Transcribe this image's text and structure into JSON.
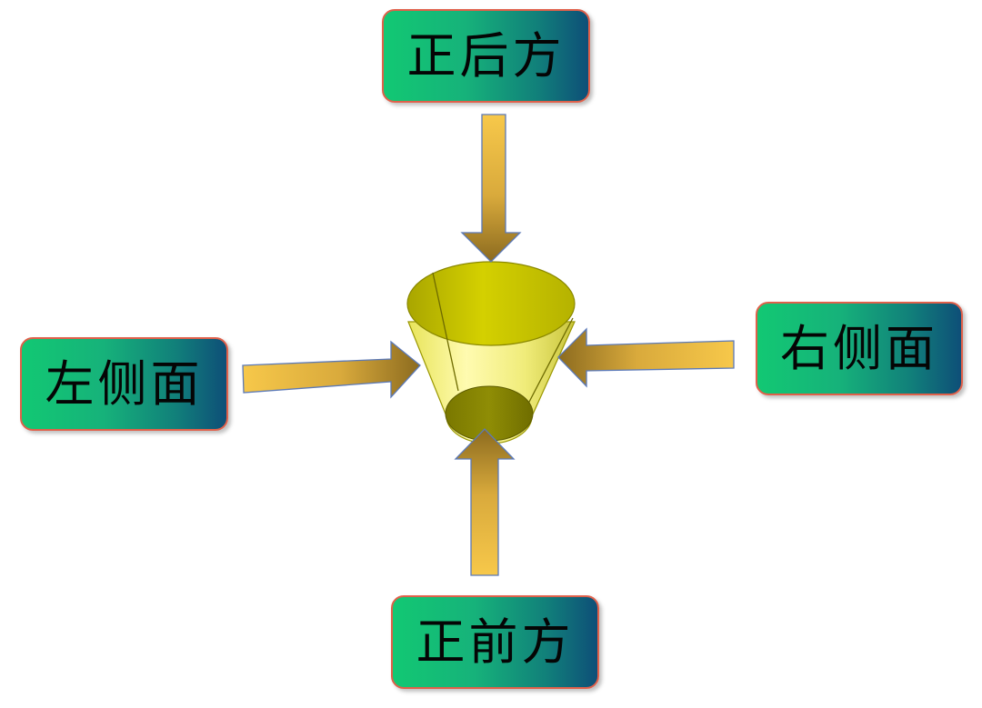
{
  "labels": {
    "back": "正后方",
    "front": "正前方",
    "left": "左侧面",
    "right": "右侧面"
  },
  "colors": {
    "label_box_start": "#12c873",
    "label_box_end": "#0e4f78",
    "label_border": "#e0604a",
    "arrow_light": "#f7c84a",
    "arrow_dark": "#8c6b1f",
    "arrow_stroke": "#5b79b8",
    "object_top": "#c8c400",
    "object_body": "#f3f08a",
    "object_bottom": "#8a8800"
  },
  "icons": {
    "object": "truncated-cone-icon",
    "arrows": "block-arrow-icon"
  }
}
